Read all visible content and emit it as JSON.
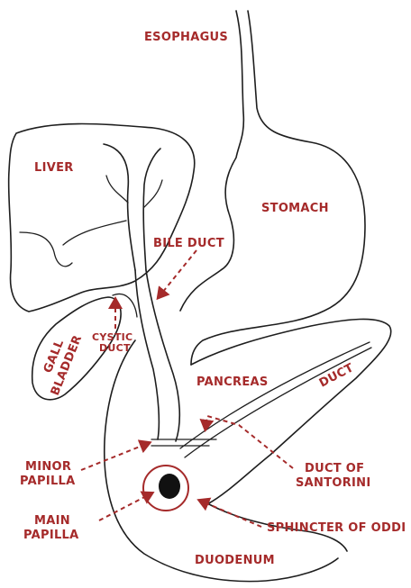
{
  "labels": {
    "esophagus": "ESOPHAGUS",
    "liver": "LIVER",
    "stomach": "STOMACH",
    "bile_duct": "BILE DUCT",
    "cystic_duct_1": "CYSTIC",
    "cystic_duct_2": "DUCT",
    "gall_bladder_1": "GALL",
    "gall_bladder_2": "BLADDER",
    "pancreas": "PANCREAS",
    "duct": "DUCT",
    "minor_papilla_1": "MINOR",
    "minor_papilla_2": "PAPILLA",
    "duct_of_santorini_1": "DUCT OF",
    "duct_of_santorini_2": "SANTORINI",
    "main_papilla_1": "MAIN",
    "main_papilla_2": "PAPILLA",
    "sphincter_of_oddi": "SPHINCTER OF ODDI",
    "duodenum": "DUODENUM"
  },
  "colors": {
    "label": "#a52a2a",
    "ink": "#1e1e1e",
    "background": "#ffffff"
  }
}
